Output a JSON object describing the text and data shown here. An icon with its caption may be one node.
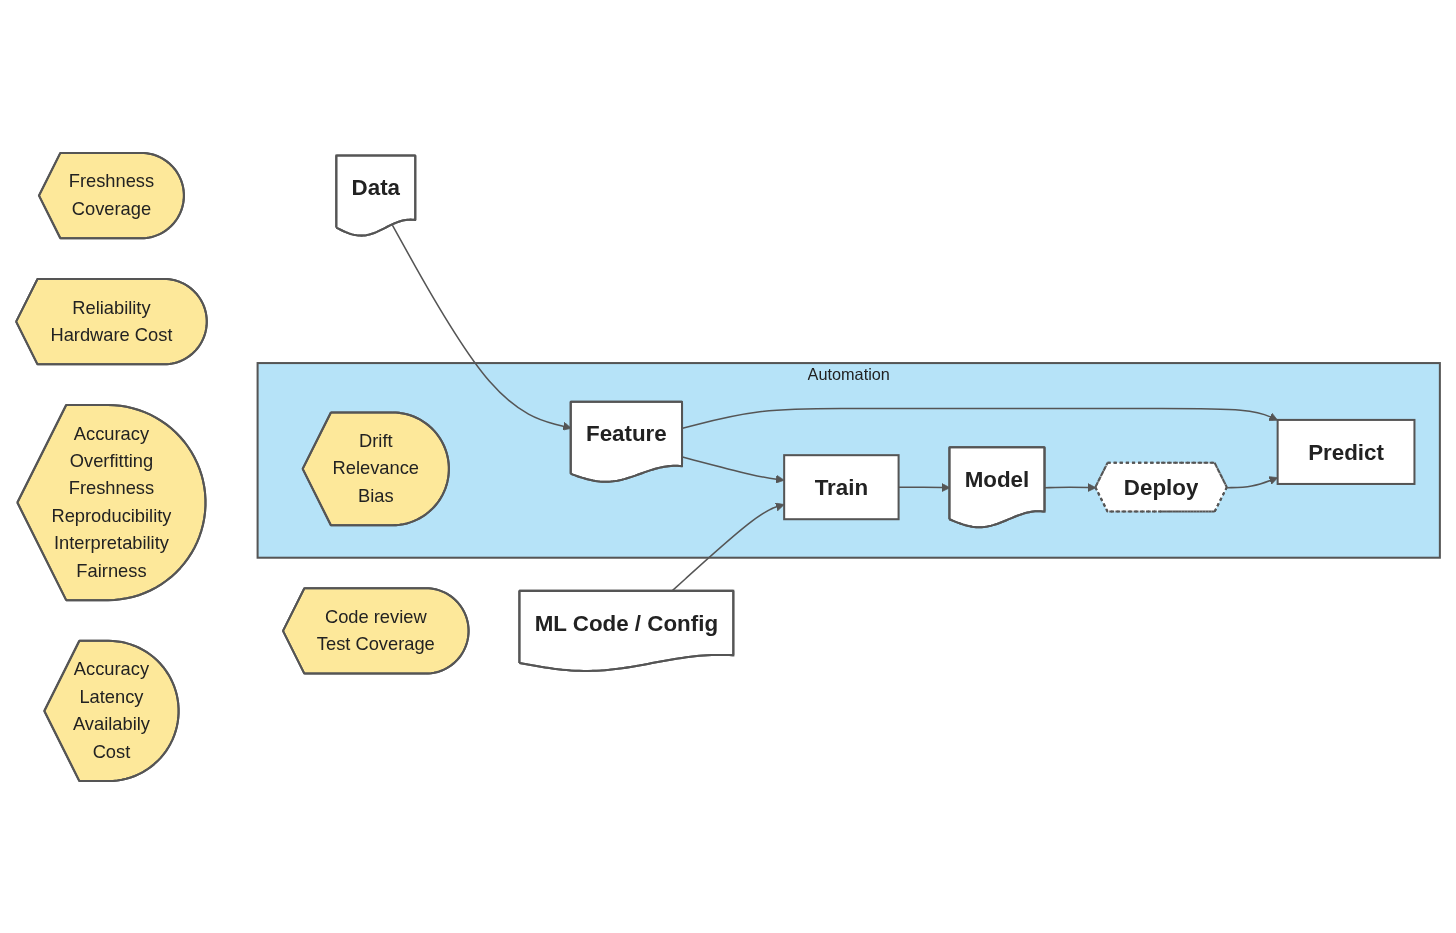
{
  "diagram": {
    "nodes": [
      {
        "text": [
          "Data"
        ]
      },
      {
        "text": [
          "Freshness",
          "Coverage"
        ]
      },
      {
        "text": [
          "Automation"
        ]
      },
      {
        "text": [
          "Feature"
        ],
        "in": 2
      },
      {
        "text": [
          "Drift",
          "Relevance",
          "Bias"
        ],
        "in": 2
      },
      {
        "text": [
          "ML Code / Config"
        ]
      },
      {
        "text": [
          "Train"
        ],
        "in": 2
      },
      {
        "text": [
          "Model"
        ],
        "in": 2
      },
      {
        "text": [
          "Deploy"
        ],
        "in": 2
      },
      {
        "text": [
          "Predict"
        ],
        "in": 2
      },
      {
        "text": [
          "Code review",
          "Test Coverage"
        ]
      },
      {
        "text": [
          "Reliability",
          "Hardware Cost"
        ]
      },
      {
        "text": [
          "Accuracy",
          "Overfitting",
          "Freshness",
          "Reproducibility",
          "Interpretability",
          "Fairness"
        ]
      },
      {
        "text": [
          "Accuracy",
          "Latency",
          "Availabily",
          "Cost"
        ]
      }
    ],
    "edges": [
      {
        "from": 0,
        "to": 3,
        "arrow": "to"
      },
      {
        "from": 3,
        "to": 6,
        "arrow": "to"
      },
      {
        "from": 3,
        "to": 9,
        "arrow": "to"
      },
      {
        "from": 5,
        "to": 6,
        "arrow": "to"
      },
      {
        "from": 6,
        "to": 7,
        "arrow": "to"
      },
      {
        "from": 7,
        "to": 8,
        "arrow": "to"
      },
      {
        "from": 8,
        "to": 9,
        "arrow": "to"
      }
    ]
  }
}
